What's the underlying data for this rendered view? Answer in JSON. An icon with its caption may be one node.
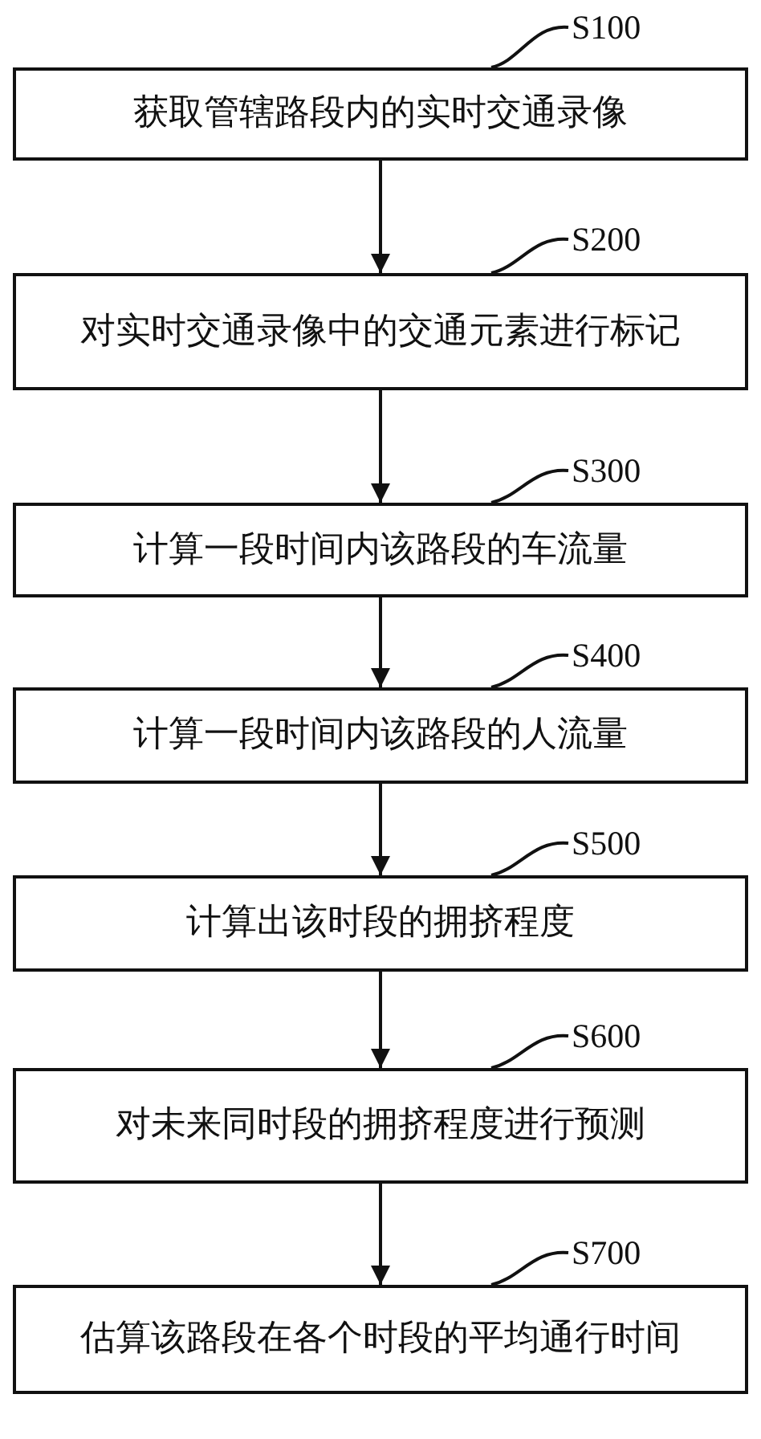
{
  "diagram": {
    "nodes": [
      {
        "text": [
          "S100"
        ]
      },
      {
        "text": [
          "获取管辖路段内的实时交通录像"
        ]
      },
      {
        "text": [
          "S200"
        ]
      },
      {
        "text": [
          "对实时交通录像中的交通元素进行标记"
        ]
      },
      {
        "text": [
          "S300"
        ]
      },
      {
        "text": [
          "计算一段时间内该路段的车流量"
        ]
      },
      {
        "text": [
          "S400"
        ]
      },
      {
        "text": [
          "计算一段时间内该路段的人流量"
        ]
      },
      {
        "text": [
          "S500"
        ]
      },
      {
        "text": [
          "计算出该时段的拥挤程度"
        ]
      },
      {
        "text": [
          "S600"
        ]
      },
      {
        "text": [
          "对未来同时段的拥挤程度进行预测"
        ]
      },
      {
        "text": [
          "S700"
        ]
      },
      {
        "text": [
          "估算该路段在各个时段的平均通行时间"
        ]
      }
    ],
    "edges": [
      {
        "from": 0,
        "to": 1,
        "arrow": "none"
      },
      {
        "from": 1,
        "to": 3,
        "arrow": "to"
      },
      {
        "from": 2,
        "to": 3,
        "arrow": "none"
      },
      {
        "from": 3,
        "to": 5,
        "arrow": "to"
      },
      {
        "from": 4,
        "to": 5,
        "arrow": "none"
      },
      {
        "from": 5,
        "to": 7,
        "arrow": "to"
      },
      {
        "from": 6,
        "to": 7,
        "arrow": "none"
      },
      {
        "from": 7,
        "to": 9,
        "arrow": "to"
      },
      {
        "from": 8,
        "to": 9,
        "arrow": "none"
      },
      {
        "from": 9,
        "to": 11,
        "arrow": "to"
      },
      {
        "from": 10,
        "to": 11,
        "arrow": "none"
      },
      {
        "from": 11,
        "to": 13,
        "arrow": "to"
      },
      {
        "from": 12,
        "to": 13,
        "arrow": "none"
      }
    ]
  }
}
